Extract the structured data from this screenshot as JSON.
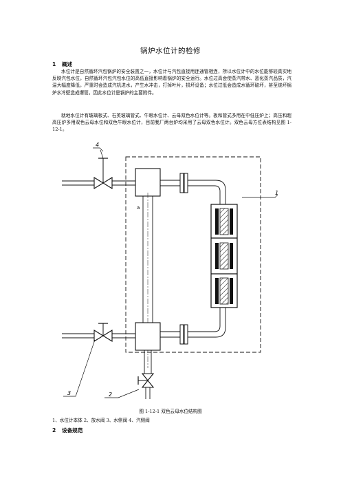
{
  "doc": {
    "title": "锅炉水位计的检修",
    "section1": {
      "number": "1",
      "title": "概述"
    },
    "paragraphs": [
      "水位计是自然循环汽包锅炉的安全装置之一，水位计与汽包直接用连通管相连，所以水位计中的水位能够较真实地反映汽包水位，自然循环汽包汽包水位的高低直接影响着锅炉的安全运行。水位过高会使蒸汽带水、恶化蒸汽品质，汽温大幅度降低，严重时会造成汽机进水，产生水冲击，打掉叶片，损坏设备；水位过低会造成水循环破坏，甚至烧坏锅炉水冷壁造成爆管。因此水位计是锅炉的主要附件。",
      "就地水位计有玻璃板式、石英玻璃管式、牛眼水位计、云母双色水位计等。板和管式多用在中低压炉上；高压和超高压炉多用双色云母水位和双色牛眼水位计，目前我厂两台炉均采用了云母双色水位计。双色云母方位表结构见图 1-12-1。"
    ],
    "figure": {
      "caption": "图 1-12-1   双色云母水位结构图",
      "labels": [
        "1",
        "2",
        "3",
        "4"
      ],
      "legend": "1、水位计本体   2、放水阀   3、水侧阀   4、汽侧阀"
    },
    "section2": {
      "number": "2",
      "title": "设备规范"
    }
  }
}
